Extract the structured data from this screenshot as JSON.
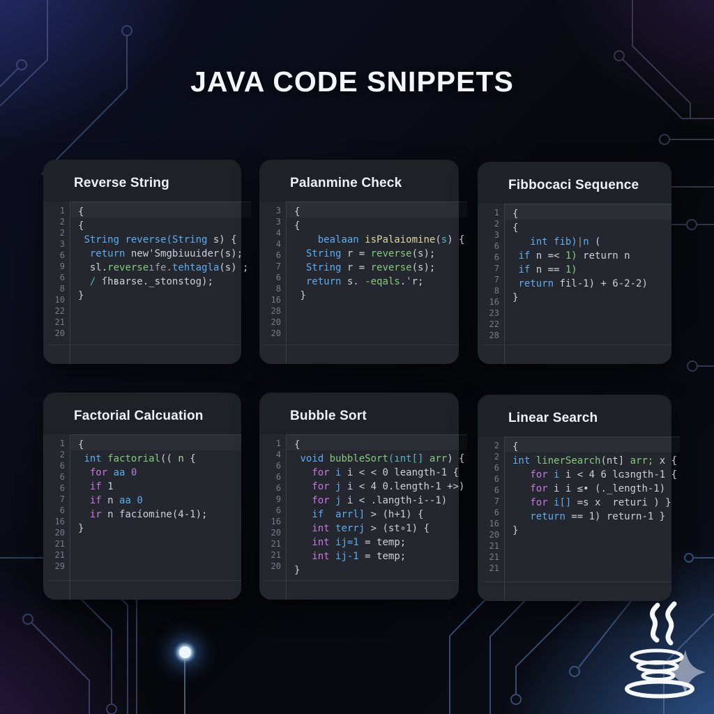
{
  "page": {
    "title": "JAVA CODE SNIPPETS"
  },
  "colors": {
    "background_navy": "#0d1026",
    "background_black": "#07080c",
    "corner_blue": "#3e76c2",
    "corner_purple": "#582e8c",
    "card_header_bg": "#1e2126",
    "card_code_bg": "#24272e",
    "line_number": "#757d88",
    "glow_dot": "#eef7ff",
    "syntax": {
      "blue": "#5caef2",
      "green": "#85ca7e",
      "magenta": "#c678dd",
      "purple": "#b57edb",
      "yellow": "#d9d79f",
      "teal": "#56b6c2",
      "lightgreen": "#b5cea8",
      "fg": "#ccd1d9",
      "dim": "#99a0aa"
    }
  },
  "icons": {
    "footer_logo": "java-cup-with-steam-and-diamond",
    "background": "circuit-board-traces"
  },
  "cards": [
    {
      "id": "reverse-string",
      "title": "Reverse String",
      "gutter": [
        "1",
        "2",
        "2",
        "3",
        "6",
        "9",
        "6",
        "8",
        "10",
        "22",
        "21",
        "20"
      ],
      "lines": [
        [
          [
            "{",
            "fg"
          ]
        ],
        [
          [
            "{",
            "fg"
          ]
        ],
        [
          [
            " ",
            "fg"
          ],
          [
            "String",
            "blue"
          ],
          [
            " reverse(",
            "blue"
          ],
          [
            "String",
            "blue"
          ],
          [
            " s) {",
            "fg"
          ]
        ],
        [
          [
            "  ",
            "fg"
          ],
          [
            "return",
            "blue"
          ],
          [
            " new'Smgbiuuider(s);",
            "fg"
          ]
        ],
        [
          [
            "  sl.",
            "fg"
          ],
          [
            "reverse",
            "green"
          ],
          [
            "ıfe.",
            "dim"
          ],
          [
            "tehtagla",
            "blue"
          ],
          [
            "(s) ;",
            "fg"
          ]
        ],
        [
          [
            "  ",
            "fg"
          ],
          [
            "/",
            "teal"
          ],
          [
            " ſhʙarse._stonstog);",
            "fg"
          ]
        ],
        [
          [
            "}",
            "fg"
          ]
        ]
      ]
    },
    {
      "id": "palanmine-check",
      "title": "Palanmine Check",
      "gutter": [
        "3",
        "3",
        "4",
        "4",
        "6",
        "7",
        "6",
        "8",
        "16",
        "28",
        "20",
        "20"
      ],
      "lines": [
        [
          [
            "{",
            "fg"
          ]
        ],
        [
          [
            "{",
            "fg"
          ]
        ],
        [
          [
            "    ",
            "fg"
          ],
          [
            "bealaan",
            "blue"
          ],
          [
            " isPalaiomine",
            "yellow"
          ],
          [
            "(",
            "fg"
          ],
          [
            "s",
            "teal"
          ],
          [
            ") {",
            "fg"
          ]
        ],
        [
          [
            "  ",
            "fg"
          ],
          [
            "String",
            "blue"
          ],
          [
            " r = ",
            "fg"
          ],
          [
            "reverse",
            "green"
          ],
          [
            "(s);",
            "fg"
          ]
        ],
        [
          [
            "  ",
            "fg"
          ],
          [
            "String",
            "blue"
          ],
          [
            " r = ",
            "fg"
          ],
          [
            "reverse",
            "green"
          ],
          [
            "(s);",
            "fg"
          ]
        ],
        [
          [
            "  ",
            "fg"
          ],
          [
            "return",
            "blue"
          ],
          [
            " s. ",
            "fg"
          ],
          [
            "-eqals",
            "green"
          ],
          [
            ".ˈr;",
            "fg"
          ]
        ],
        [
          [
            " }",
            "fg"
          ]
        ]
      ]
    },
    {
      "id": "fibbocaci-sequence",
      "title": "Fibbocaci Sequence",
      "gutter": [
        "1",
        "2",
        "3",
        "6",
        "6",
        "7",
        "7",
        "8",
        "16",
        "23",
        "22",
        "28"
      ],
      "lines": [
        [
          [
            "{",
            "fg"
          ]
        ],
        [
          [
            "{",
            "fg"
          ]
        ],
        [
          [
            "   ",
            "fg"
          ],
          [
            "int",
            "blue"
          ],
          [
            " fib)",
            "blue"
          ],
          [
            "|",
            "dim"
          ],
          [
            "n",
            "blue"
          ],
          [
            " (",
            "fg"
          ]
        ],
        [
          [
            " ",
            "fg"
          ],
          [
            "if",
            "blue"
          ],
          [
            " n =< ",
            "fg"
          ],
          [
            "1)",
            "green"
          ],
          [
            " return n",
            "fg"
          ]
        ],
        [
          [
            " ",
            "fg"
          ],
          [
            "if",
            "blue"
          ],
          [
            " n == ",
            "fg"
          ],
          [
            "1)",
            "green"
          ]
        ],
        [
          [
            " ",
            "fg"
          ],
          [
            "return",
            "blue"
          ],
          [
            " fil-1) + 6-2-2)",
            "fg"
          ]
        ],
        [
          [
            "}",
            "fg"
          ]
        ]
      ]
    },
    {
      "id": "factorial-calcuation",
      "title": "Factorial Calcuation",
      "gutter": [
        "1",
        "2",
        "6",
        "6",
        "6",
        "7",
        "6",
        "16",
        "20",
        "21",
        "21",
        "29"
      ],
      "lines": [
        [
          [
            "{",
            "fg"
          ]
        ],
        [
          [
            " ",
            "fg"
          ],
          [
            "int",
            "blue"
          ],
          [
            " factorial",
            "green"
          ],
          [
            "(( ",
            "fg"
          ],
          [
            "n",
            "lightgreen"
          ],
          [
            " {",
            "fg"
          ]
        ],
        [
          [
            "  ",
            "fg"
          ],
          [
            "for",
            "magenta"
          ],
          [
            " ",
            "fg"
          ],
          [
            "aa",
            "blue"
          ],
          [
            " ",
            "fg"
          ],
          [
            "0",
            "purple"
          ]
        ],
        [
          [
            "  ",
            "fg"
          ],
          [
            "if",
            "magenta"
          ],
          [
            " 1",
            "fg"
          ]
        ],
        [
          [
            "  ",
            "fg"
          ],
          [
            "if",
            "magenta"
          ],
          [
            " n ",
            "fg"
          ],
          [
            "aa",
            "blue"
          ],
          [
            " ",
            "fg"
          ],
          [
            "0",
            "blue"
          ]
        ],
        [
          [
            "  ",
            "fg"
          ],
          [
            "ir",
            "magenta"
          ],
          [
            " n facíomine(4-1);",
            "fg"
          ]
        ],
        [
          [
            "}",
            "fg"
          ]
        ]
      ]
    },
    {
      "id": "bubble-sort",
      "title": "Bubble Sort",
      "gutter": [
        "1",
        "4",
        "6",
        "6",
        "6",
        "9",
        "6",
        "16",
        "20",
        "21",
        "21",
        "20"
      ],
      "lines": [
        [
          [
            "{",
            "fg"
          ]
        ],
        [
          [
            " ",
            "fg"
          ],
          [
            "void",
            "blue"
          ],
          [
            " bubbleSort",
            "green"
          ],
          [
            "(ınt[] ",
            "teal"
          ],
          [
            "arr",
            "green"
          ],
          [
            ") {",
            "fg"
          ]
        ],
        [
          [
            "   ",
            "fg"
          ],
          [
            "for",
            "magenta"
          ],
          [
            " i",
            "blue"
          ],
          [
            " i < < 0 leangth-1 {",
            "fg"
          ]
        ],
        [
          [
            "   ",
            "fg"
          ],
          [
            "for",
            "magenta"
          ],
          [
            " j",
            "blue"
          ],
          [
            " i < 4 0.length-1 +>)",
            "fg"
          ]
        ],
        [
          [
            "   ",
            "fg"
          ],
          [
            "for",
            "magenta"
          ],
          [
            " j",
            "blue"
          ],
          [
            " i < .langth-i--1)",
            "fg"
          ]
        ],
        [
          [
            "   ",
            "fg"
          ],
          [
            "if",
            "blue"
          ],
          [
            "  arrl]",
            "blue"
          ],
          [
            " > (h+1) {",
            "fg"
          ]
        ],
        [
          [
            "   ",
            "fg"
          ],
          [
            "int",
            "magenta"
          ],
          [
            " terrj",
            "blue"
          ],
          [
            " > (st∘1) {",
            "fg"
          ]
        ],
        [
          [
            "   ",
            "fg"
          ],
          [
            "int",
            "magenta"
          ],
          [
            " ij=1",
            "blue"
          ],
          [
            " = temp;",
            "fg"
          ]
        ],
        [
          [
            "   ",
            "fg"
          ],
          [
            "int",
            "magenta"
          ],
          [
            " ij-1",
            "blue"
          ],
          [
            " = temp;",
            "fg"
          ]
        ],
        [
          [
            "}",
            "fg"
          ]
        ]
      ]
    },
    {
      "id": "linear-search",
      "title": "Linear Search",
      "gutter": [
        "2",
        "2",
        "6",
        "6",
        "6",
        "7",
        "6",
        "16",
        "20",
        "21",
        "21",
        "21"
      ],
      "lines": [
        [
          [
            "{",
            "fg"
          ]
        ],
        [
          [
            "int",
            "blue"
          ],
          [
            " linerSearch",
            "green"
          ],
          [
            "(nt] ",
            "fg"
          ],
          [
            "arr;",
            "green"
          ],
          [
            " x {",
            "fg"
          ]
        ],
        [
          [
            "   ",
            "fg"
          ],
          [
            "for",
            "magenta"
          ],
          [
            " i",
            "blue"
          ],
          [
            " i < 4 6 lɢɜngth-1 {",
            "fg"
          ]
        ],
        [
          [
            "   ",
            "fg"
          ],
          [
            "for",
            "magenta"
          ],
          [
            " i i ≤• (._length-1)",
            "fg"
          ]
        ],
        [
          [
            "   ",
            "fg"
          ],
          [
            "for",
            "magenta"
          ],
          [
            " i[]",
            "blue"
          ],
          [
            " =s x  returi ) }",
            "fg"
          ]
        ],
        [
          [
            "   ",
            "fg"
          ],
          [
            "return",
            "blue"
          ],
          [
            " == 1) return-1 }",
            "fg"
          ]
        ],
        [
          [
            "}",
            "fg"
          ]
        ]
      ]
    }
  ]
}
